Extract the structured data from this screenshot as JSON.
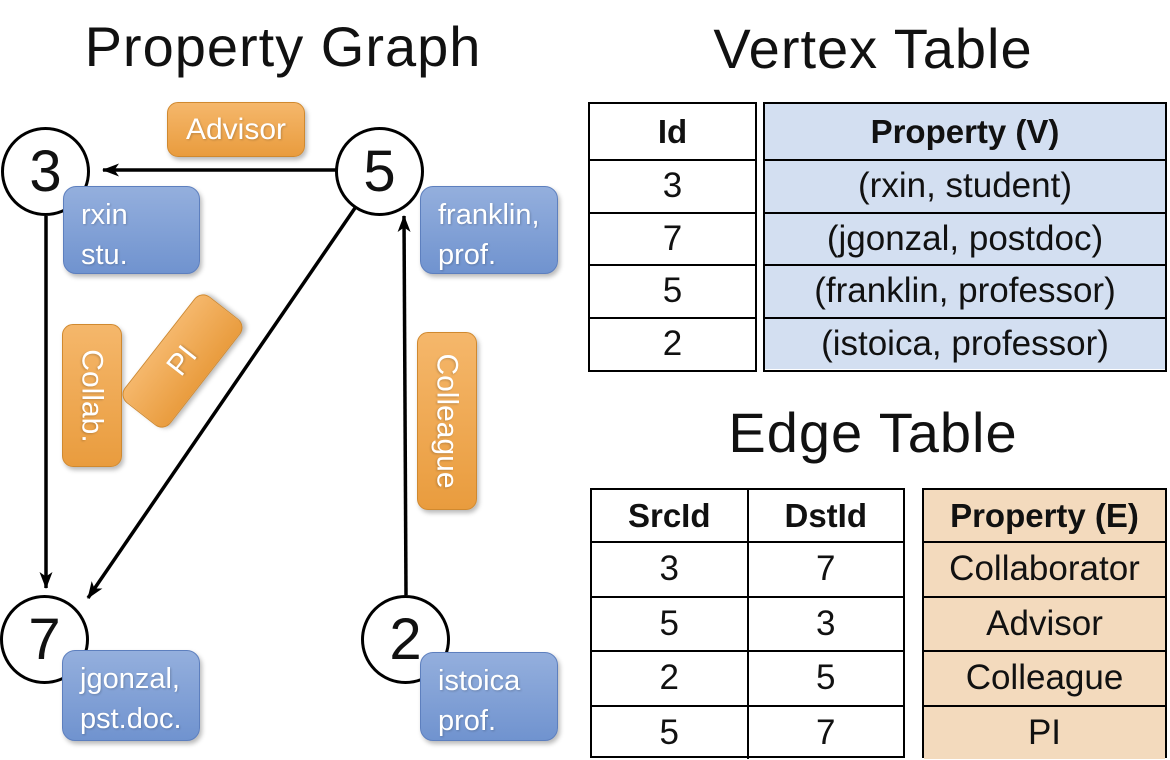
{
  "colors": {
    "orange-top": "#f5b76b",
    "orange-bottom": "#e99c3e",
    "orange-border": "#d0892f",
    "blue-top": "#94afdd",
    "blue-bottom": "#7093cf",
    "blue-border": "#5d7fbe",
    "vertex-cell": "#d3dff1",
    "edge-cell": "#f3dabd",
    "line": "#000000"
  },
  "graph": {
    "title": "Property Graph",
    "nodes": [
      {
        "id": "3"
      },
      {
        "id": "5"
      },
      {
        "id": "7"
      },
      {
        "id": "2"
      }
    ],
    "node_properties": [
      {
        "line1": "rxin",
        "line2": "stu."
      },
      {
        "line1": "franklin,",
        "line2": "prof."
      },
      {
        "line1": "jgonzal,",
        "line2": "pst.doc."
      },
      {
        "line1": "istoica",
        "line2": "prof."
      }
    ],
    "edge_labels": [
      {
        "label": "Advisor"
      },
      {
        "label": "Collab."
      },
      {
        "label": "PI"
      },
      {
        "label": "Colleague"
      }
    ]
  },
  "vertex_table": {
    "title": "Vertex Table",
    "headers": {
      "id": "Id",
      "property": "Property (V)"
    },
    "rows": [
      {
        "id": "3",
        "property": "(rxin, student)"
      },
      {
        "id": "7",
        "property": "(jgonzal, postdoc)"
      },
      {
        "id": "5",
        "property": "(franklin, professor)"
      },
      {
        "id": "2",
        "property": "(istoica, professor)"
      }
    ]
  },
  "edge_table": {
    "title": "Edge Table",
    "headers": {
      "src": "SrcId",
      "dst": "DstId",
      "property": "Property (E)"
    },
    "rows": [
      {
        "src": "3",
        "dst": "7",
        "property": "Collaborator"
      },
      {
        "src": "5",
        "dst": "3",
        "property": "Advisor"
      },
      {
        "src": "2",
        "dst": "5",
        "property": "Colleague"
      },
      {
        "src": "5",
        "dst": "7",
        "property": "PI"
      }
    ]
  }
}
